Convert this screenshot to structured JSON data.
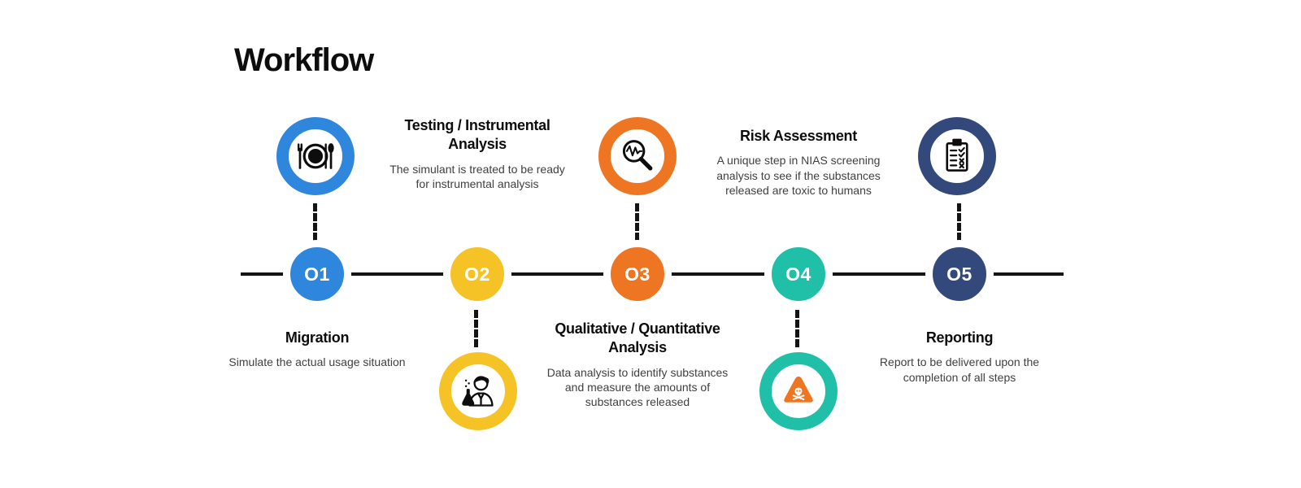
{
  "title": "Workflow",
  "colors": {
    "step1_blue": "#2F86DD",
    "step2_yellow": "#F5C326",
    "step3_orange": "#EE7623",
    "step4_teal": "#1FBFA8",
    "step5_navy": "#33497B",
    "timeline_black": "#141414",
    "body_text_gray": "#3F3F3F"
  },
  "steps": [
    {
      "number": "O1",
      "heading": "Migration",
      "description": "Simulate the actual usage situation",
      "icon": "dinner-plate",
      "icon_side": "above",
      "text_side": "below"
    },
    {
      "number": "O2",
      "heading": "Testing / Instrumental Analysis",
      "description": "The simulant is treated to be ready for instrumental analysis",
      "icon": "scientist-flask",
      "icon_side": "below",
      "text_side": "above"
    },
    {
      "number": "O3",
      "heading": "Qualitative / Quantitative Analysis",
      "description": "Data analysis to identify substances and measure the amounts of substances released",
      "icon": "magnifier-waveform",
      "icon_side": "above",
      "text_side": "below"
    },
    {
      "number": "O4",
      "heading": "Risk Assessment",
      "description": "A unique step in NIAS screening analysis to see if the substances released are toxic to humans",
      "icon": "toxic-warning",
      "icon_side": "below",
      "text_side": "above"
    },
    {
      "number": "O5",
      "heading": "Reporting",
      "description": "Report to be delivered upon the completion of all steps",
      "icon": "clipboard-checklist",
      "icon_side": "above",
      "text_side": "below"
    }
  ]
}
